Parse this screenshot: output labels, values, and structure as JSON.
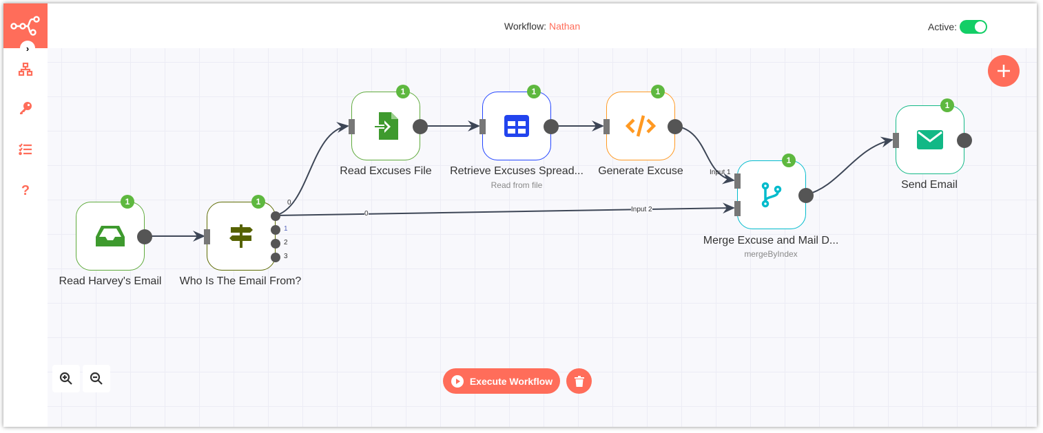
{
  "header": {
    "workflow_label": "Workflow:",
    "workflow_name": "Nathan",
    "active_label": "Active:",
    "active": true
  },
  "sidebar": {
    "items": [
      "workflows-icon",
      "credentials-icon",
      "executions-icon",
      "help-icon"
    ]
  },
  "colors": {
    "accent": "#ff6d5a",
    "toggle_on": "#13ce66",
    "badge": "#5eb83f"
  },
  "nodes": [
    {
      "name": "Read Harvey's Email",
      "badge": "1",
      "color": "#5eaa3b",
      "icon": "inbox-icon"
    },
    {
      "name": "Who Is The Email From?",
      "badge": "1",
      "color": "#5c6a00",
      "icon": "signpost-icon",
      "outputs": [
        "0",
        "1",
        "2",
        "3"
      ]
    },
    {
      "name": "Read Excuses File",
      "badge": "1",
      "color": "#5eaa3b",
      "icon": "file-import-icon"
    },
    {
      "name": "Retrieve Excuses Spread...",
      "subtitle": "Read from file",
      "badge": "1",
      "color": "#2244ff",
      "icon": "table-icon"
    },
    {
      "name": "Generate Excuse",
      "badge": "1",
      "color": "#ff9922",
      "icon": "code-icon"
    },
    {
      "name": "Merge Excuse and Mail D...",
      "subtitle": "mergeByIndex",
      "badge": "1",
      "color": "#00bbcc",
      "icon": "merge-icon",
      "inputs": [
        "Input 1",
        "Input 2"
      ]
    },
    {
      "name": "Send Email",
      "badge": "1",
      "color": "#12b886",
      "icon": "envelope-icon"
    }
  ],
  "edge_labels": {
    "switch_to_file": "0",
    "switch_to_merge": "0"
  },
  "toolbar": {
    "execute_label": "Execute Workflow"
  }
}
